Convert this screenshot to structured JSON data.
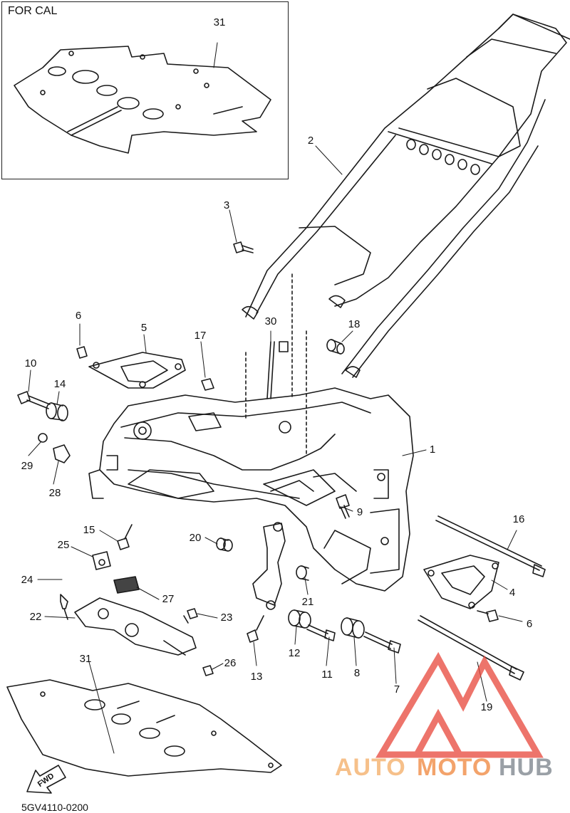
{
  "inset": {
    "title": "FOR CAL"
  },
  "callouts": {
    "c1": "1",
    "c2": "2",
    "c3": "3",
    "c4": "4",
    "c5": "5",
    "c6a": "6",
    "c6b": "6",
    "c7": "7",
    "c8": "8",
    "c9": "9",
    "c10": "10",
    "c11": "11",
    "c12": "12",
    "c13": "13",
    "c14": "14",
    "c15": "15",
    "c16": "16",
    "c17": "17",
    "c18": "18",
    "c19": "19",
    "c20": "20",
    "c21": "21",
    "c22": "22",
    "c23": "23",
    "c24": "24",
    "c25": "25",
    "c26": "26",
    "c27": "27",
    "c28": "28",
    "c29": "29",
    "c30": "30",
    "c31a": "31",
    "c31b": "31"
  },
  "fwd_label": "FWD",
  "catalog_code": "5GV4110-0200",
  "watermark": {
    "auto": "AUTO",
    "moto": "MOTO",
    "hub": "HUB"
  },
  "colors": {
    "line": "#1a1a1a",
    "watermark_red": "#e8463a",
    "watermark_orange": "#f6c08a",
    "watermark_gray": "#9aa0a6"
  }
}
